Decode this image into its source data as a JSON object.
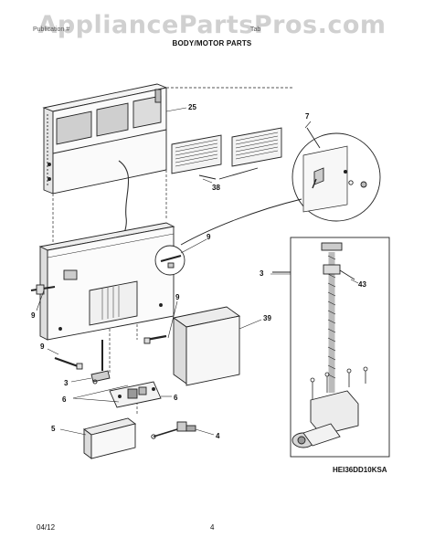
{
  "watermark": "AppliancePartsPros.com",
  "header": {
    "left_text": "Publication #",
    "right_text": "Tab",
    "title": "BODY/MOTOR PARTS"
  },
  "callouts": [
    "25",
    "7",
    "38",
    "9",
    "9",
    "3",
    "43",
    "9",
    "39",
    "9",
    "3",
    "6",
    "6",
    "5",
    "4"
  ],
  "model": "HEI36DD10KSA",
  "footer": {
    "date": "04/12",
    "page": "4"
  }
}
